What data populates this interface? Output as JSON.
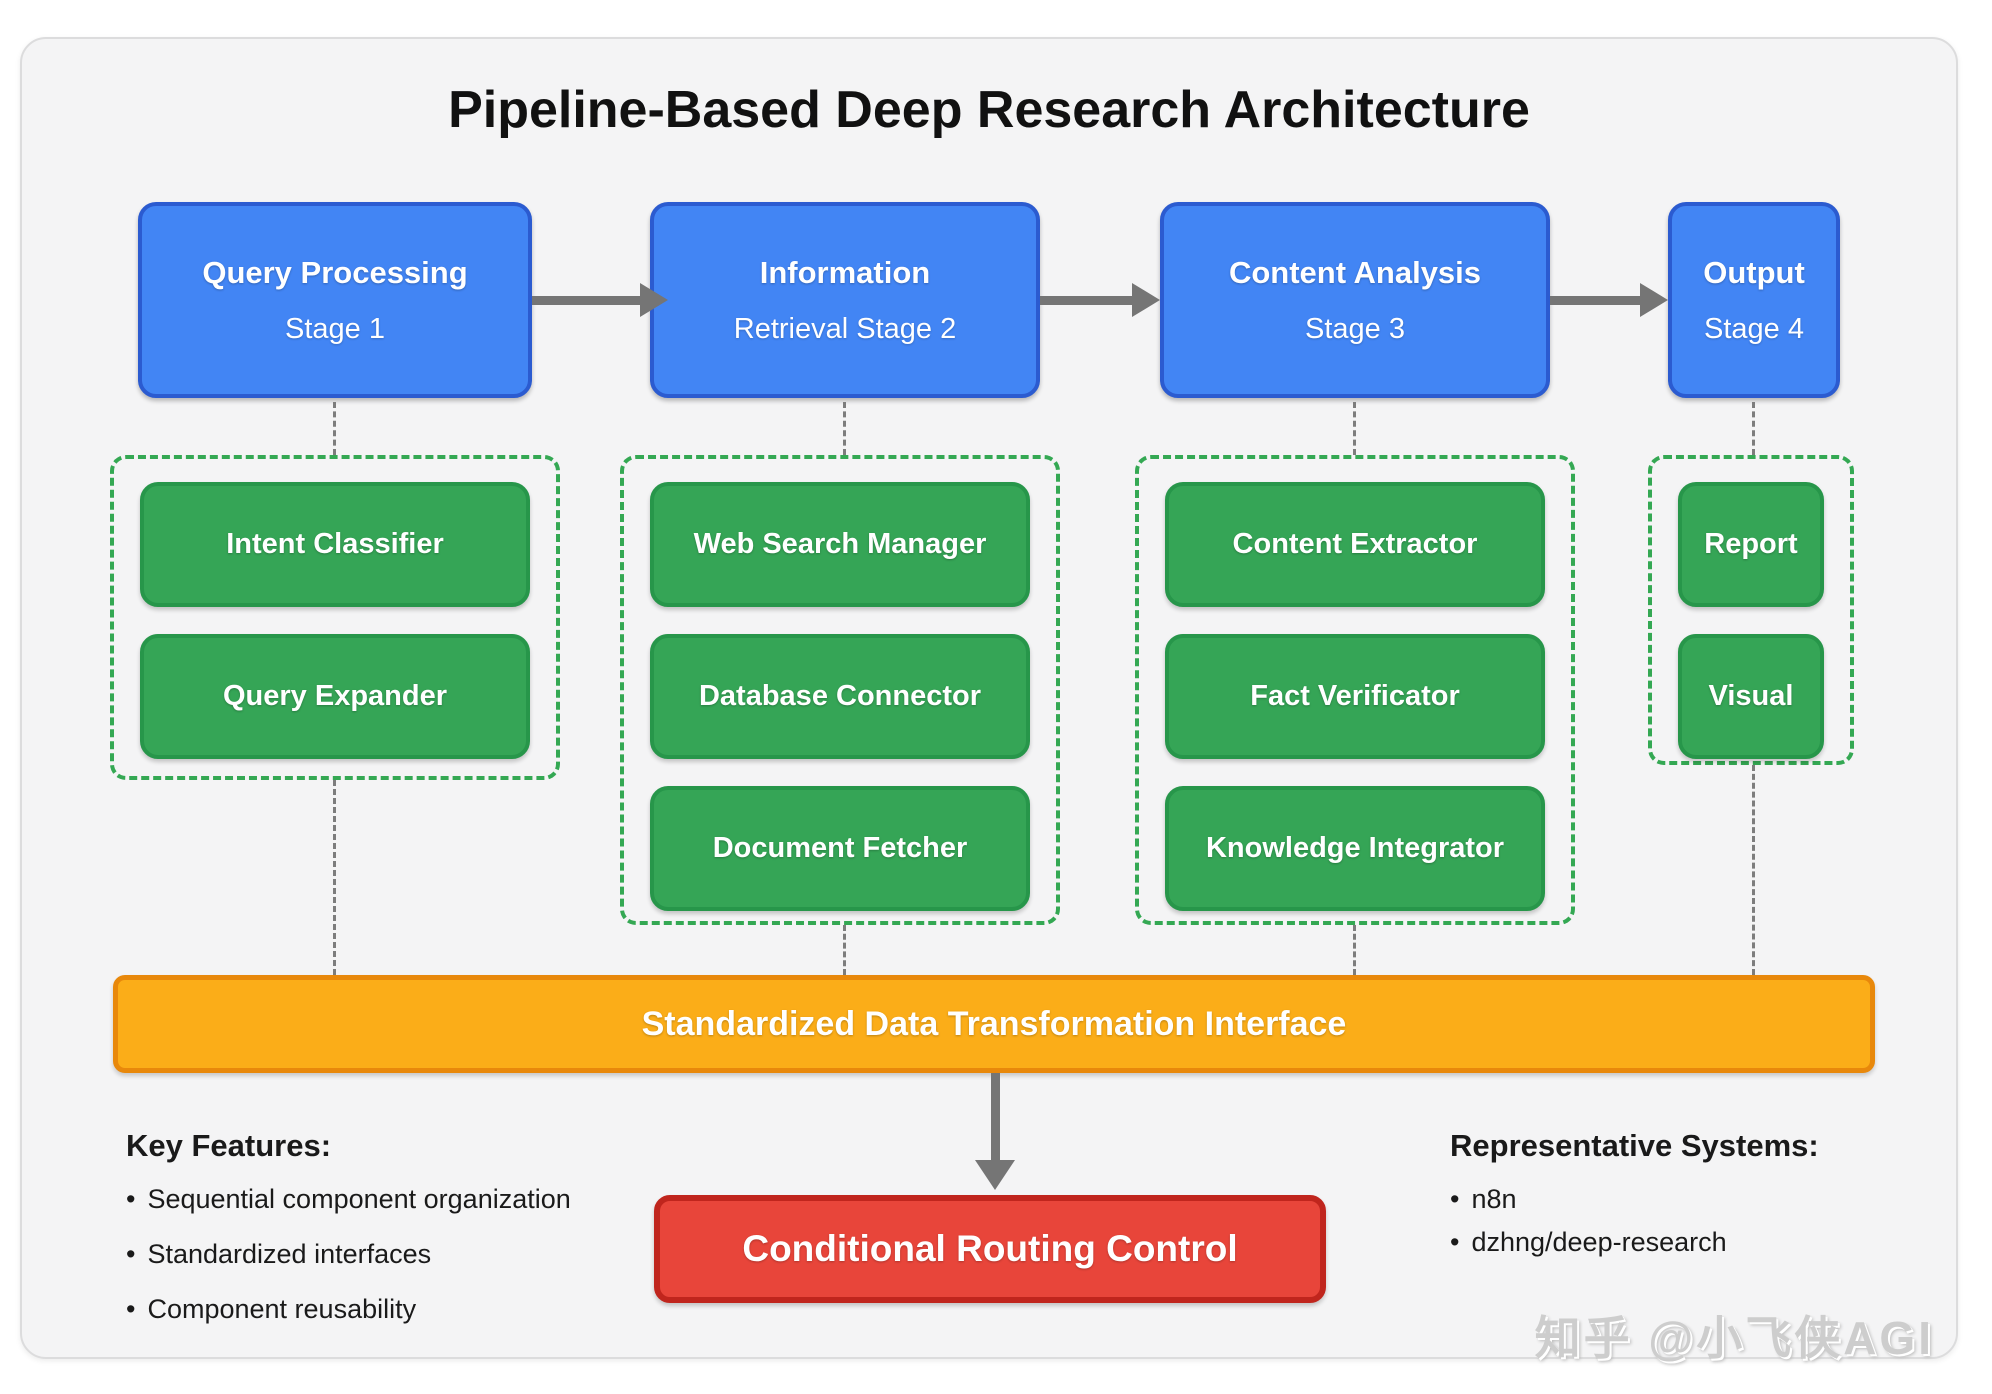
{
  "title": "Pipeline-Based Deep Research Architecture",
  "bullet": "•",
  "stages": [
    {
      "title": "Query Processing",
      "subtitle": "Stage 1"
    },
    {
      "title": "Information",
      "subtitle": "Retrieval Stage 2"
    },
    {
      "title": "Content Analysis",
      "subtitle": "Stage 3"
    },
    {
      "title": "Output",
      "subtitle": "Stage 4"
    }
  ],
  "groups": [
    {
      "items": [
        "Intent Classifier",
        "Query Expander"
      ]
    },
    {
      "items": [
        "Web Search Manager",
        "Database Connector",
        "Document Fetcher"
      ]
    },
    {
      "items": [
        "Content Extractor",
        "Fact Verificator",
        "Knowledge Integrator"
      ]
    },
    {
      "items": [
        "Report",
        "Visual"
      ]
    }
  ],
  "interface_bar": {
    "label": "Standardized Data Transformation Interface"
  },
  "routing_box": {
    "label": "Conditional Routing Control"
  },
  "key_features": {
    "heading": "Key Features:",
    "items": [
      "Sequential component organization",
      "Standardized interfaces",
      "Component reusability"
    ]
  },
  "representative_systems": {
    "heading": "Representative Systems:",
    "items": [
      "n8n",
      "dzhng/deep-research"
    ]
  },
  "watermark": "知乎 @小飞侠AGI",
  "colors": {
    "stage_fill": "#4285F4",
    "stage_border": "#2B5BD0",
    "component_fill": "#35A556",
    "component_border": "#27964A",
    "group_border": "#34A853",
    "interface_fill": "#FBAD18",
    "interface_border": "#E8880B",
    "routing_fill": "#E8453A",
    "routing_border": "#C0251D",
    "arrow": "#757575",
    "connector": "#7D7D7D",
    "card_bg": "#F4F4F5",
    "card_border": "#DCDCDD",
    "title": "#111111",
    "text_dark": "#1A1A1A",
    "watermark": "#CDCDCD"
  }
}
